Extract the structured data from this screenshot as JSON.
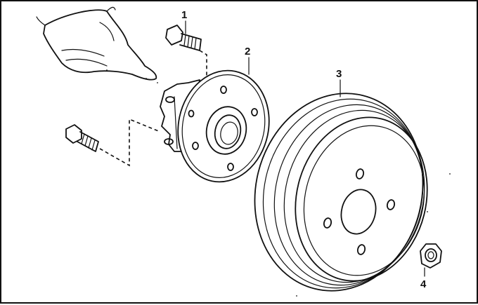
{
  "callouts": [
    {
      "id": "1",
      "label": "1"
    },
    {
      "id": "2",
      "label": "2"
    },
    {
      "id": "3",
      "label": "3"
    },
    {
      "id": "4",
      "label": "4"
    }
  ],
  "colors": {
    "ink": "#111111",
    "paper": "#ffffff"
  }
}
